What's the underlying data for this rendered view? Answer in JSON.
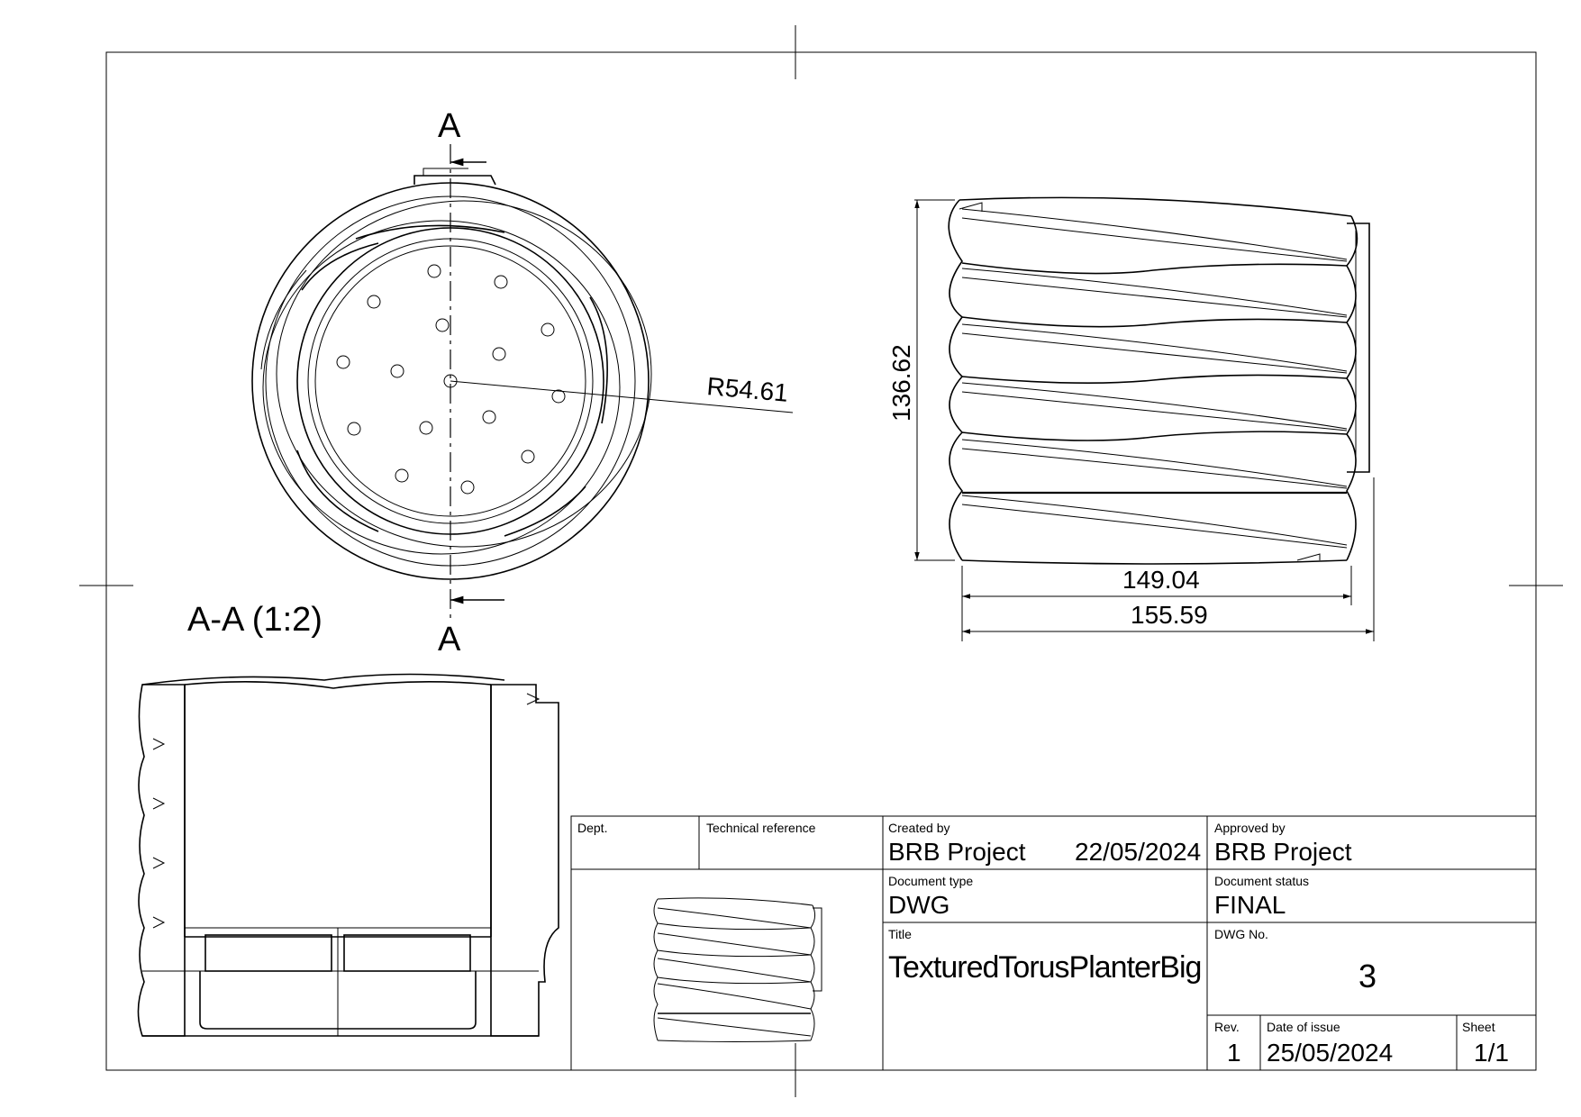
{
  "views": {
    "section_marker_top": "A",
    "section_marker_bottom": "A",
    "section_view_label": "A-A (1:2)"
  },
  "dimensions": {
    "radius": "R54.61",
    "height": "136.62",
    "width_inner": "149.04",
    "width_outer": "155.59"
  },
  "title_block": {
    "dept_label": "Dept.",
    "dept_value": "",
    "tech_ref_label": "Technical reference",
    "tech_ref_value": "",
    "created_by_label": "Created by",
    "created_by_value": "BRB Project",
    "created_date": "22/05/2024",
    "approved_by_label": "Approved by",
    "approved_by_value": "BRB Project",
    "doc_type_label": "Document type",
    "doc_type_value": "DWG",
    "doc_status_label": "Document status",
    "doc_status_value": "FINAL",
    "title_label": "Title",
    "title_value": "TexturedTorusPlanterBig",
    "dwg_no_label": "DWG No.",
    "dwg_no_value": "3",
    "rev_label": "Rev.",
    "rev_value": "1",
    "date_issue_label": "Date of issue",
    "date_issue_value": "25/05/2024",
    "sheet_label": "Sheet",
    "sheet_value": "1/1"
  }
}
